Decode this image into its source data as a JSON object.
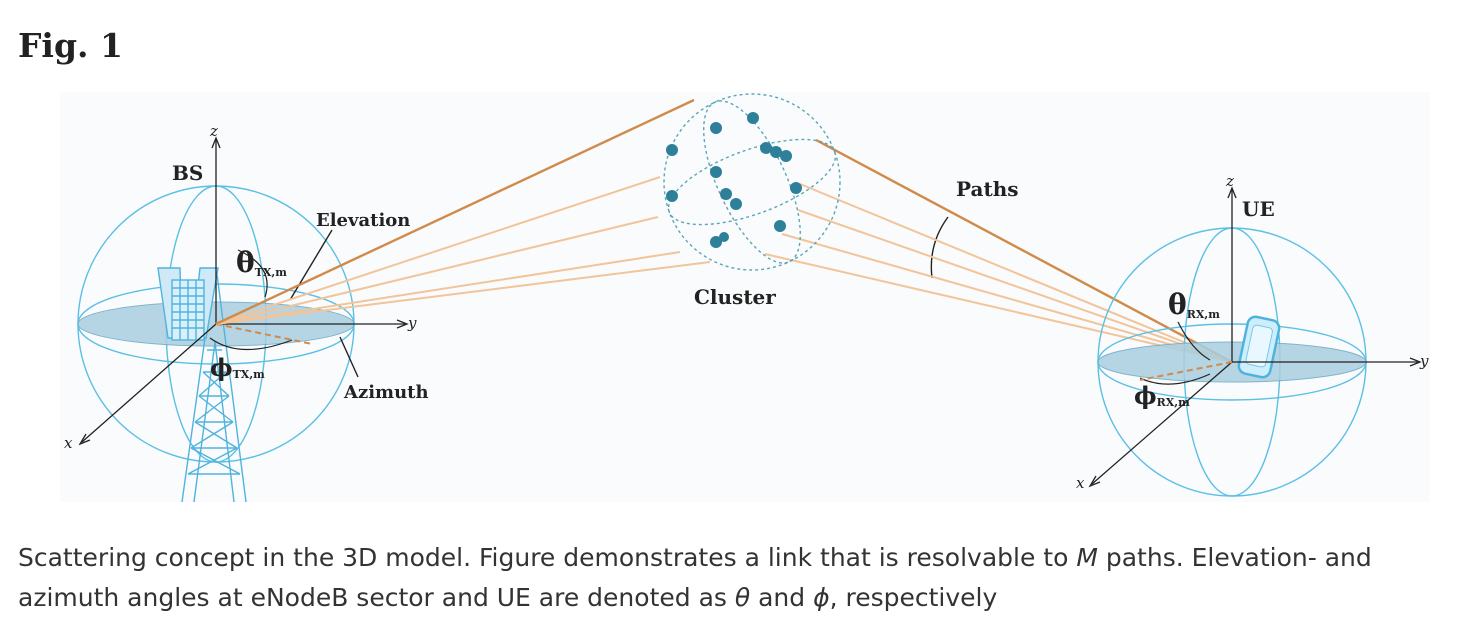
{
  "figure": {
    "heading": "Fig. 1",
    "labels": {
      "bs": "BS",
      "ue": "UE",
      "cluster": "Cluster",
      "paths": "Paths",
      "elevation": "Elevation",
      "azimuth": "Azimuth",
      "theta_tx": "θ",
      "theta_tx_sub": "TX,m",
      "phi_tx": "ϕ",
      "phi_tx_sub": "TX,m",
      "theta_rx": "θ",
      "theta_rx_sub": "RX,m",
      "phi_rx": "ϕ",
      "phi_rx_sub": "RX,m",
      "axis_x": "x",
      "axis_y": "y",
      "axis_z": "z"
    },
    "colors": {
      "sphere_wire": "#5bbfe6",
      "ground_plane": "#a9cfe0",
      "path_light": "#f2c49a",
      "path_dark": "#d08a4a",
      "scatterer": "#2e7f9a",
      "tower": "#4fb3de"
    }
  },
  "caption": {
    "part1": "Scattering concept in the 3D model. Figure demonstrates a link that is resolvable to ",
    "M": "M",
    "part2": " paths. Elevation- and azimuth angles at eNodeB sector and UE are denoted as ",
    "theta": "θ",
    "part3": " and ",
    "phi": "ϕ",
    "part4": ", respectively"
  }
}
